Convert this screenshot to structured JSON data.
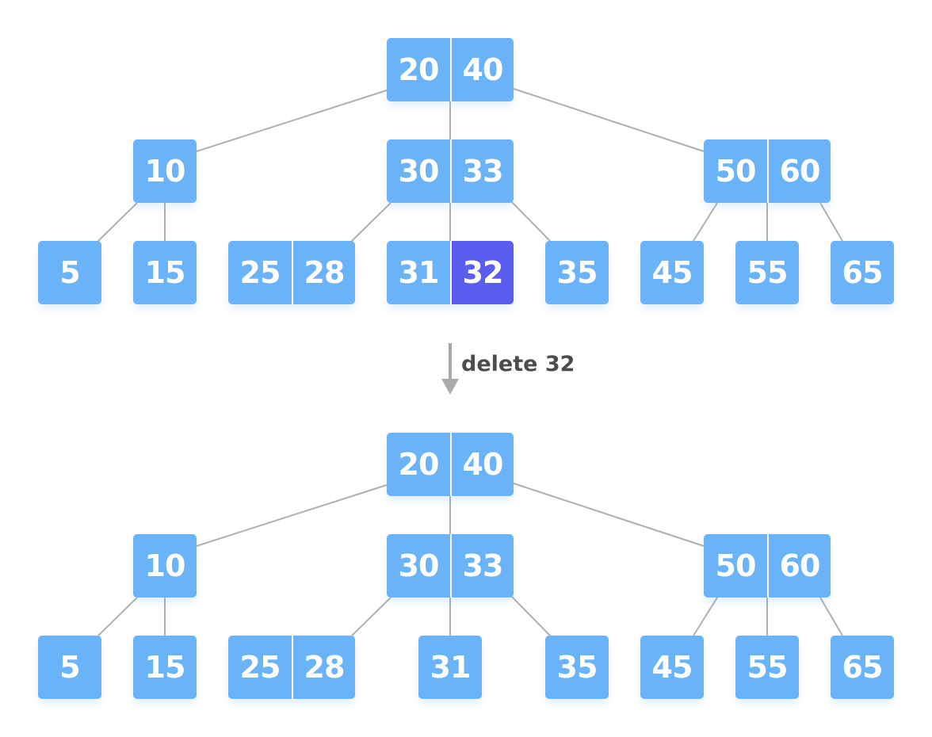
{
  "colors": {
    "node": "#6bb3f8",
    "highlight": "#5b5cf0",
    "edge": "#b0b0b0",
    "arrow": "#aaaaaa"
  },
  "operation": {
    "label": "delete 32"
  },
  "before": {
    "root": {
      "keys": [
        "20",
        "40"
      ]
    },
    "internal": [
      {
        "keys": [
          "10"
        ]
      },
      {
        "keys": [
          "30",
          "33"
        ]
      },
      {
        "keys": [
          "50",
          "60"
        ]
      }
    ],
    "leaves": [
      {
        "keys": [
          "5"
        ]
      },
      {
        "keys": [
          "15"
        ]
      },
      {
        "keys": [
          "25",
          "28"
        ]
      },
      {
        "keys": [
          "31",
          "32"
        ],
        "highlighted_key": "32"
      },
      {
        "keys": [
          "35"
        ]
      },
      {
        "keys": [
          "45"
        ]
      },
      {
        "keys": [
          "55"
        ]
      },
      {
        "keys": [
          "65"
        ]
      }
    ]
  },
  "after": {
    "root": {
      "keys": [
        "20",
        "40"
      ]
    },
    "internal": [
      {
        "keys": [
          "10"
        ]
      },
      {
        "keys": [
          "30",
          "33"
        ]
      },
      {
        "keys": [
          "50",
          "60"
        ]
      }
    ],
    "leaves": [
      {
        "keys": [
          "5"
        ]
      },
      {
        "keys": [
          "15"
        ]
      },
      {
        "keys": [
          "25",
          "28"
        ]
      },
      {
        "keys": [
          "31"
        ]
      },
      {
        "keys": [
          "35"
        ]
      },
      {
        "keys": [
          "45"
        ]
      },
      {
        "keys": [
          "55"
        ]
      },
      {
        "keys": [
          "65"
        ]
      }
    ]
  }
}
